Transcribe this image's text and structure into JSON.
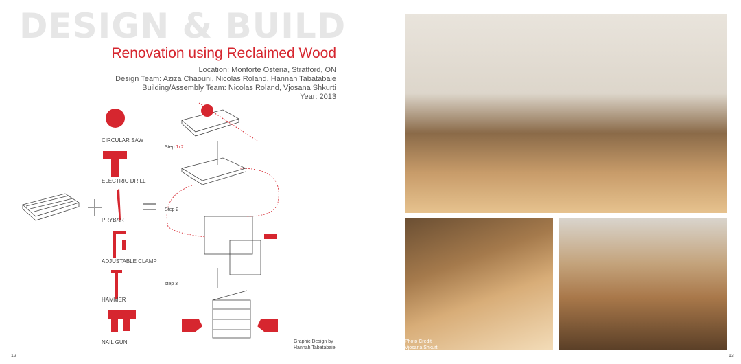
{
  "header": {
    "title": "DESIGN & BUILD",
    "subtitle": "Renovation using Reclaimed Wood"
  },
  "meta": {
    "location": "Location: Monforte Osteria, Stratford, ON",
    "design_team": "Design Team: Aziza Chaouni, Nicolas Roland, Hannah Tabatabaie",
    "build_team": "Building/Assembly Team: Nicolas Roland, Vjosana Shkurti",
    "year": "Year: 2013"
  },
  "tools": [
    "CIRCULAR SAW",
    "ELECTRIC DRILL",
    "PRYBAR",
    "ADJUSTABLE CLAMP",
    "HAMMER",
    "NAIL GUN"
  ],
  "steps": {
    "step1_prefix": "Step ",
    "step1_suffix": "1x2",
    "step2": "Step 2",
    "step3": "step 3"
  },
  "credits": {
    "graphic": "Graphic Design by",
    "graphic_name": "Hannah Tabatabaie",
    "photo": "Photo Credit",
    "photo_name": "Vjosana Shkurti"
  },
  "pages": {
    "left": "12",
    "right": "13"
  },
  "colors": {
    "accent": "#d6262f"
  }
}
